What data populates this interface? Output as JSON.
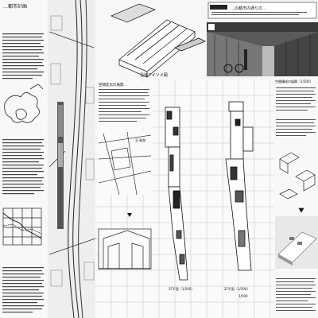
{
  "header": {
    "title": "…都市計画",
    "box_text": "…の都市内通りの…"
  },
  "labels": {
    "drawing_name": "沿道アイソメ図",
    "section_1": "空間変化の展開…",
    "section_2": "空間構成の展開（1/200）"
  },
  "captions": {
    "plan_left": "1F平面（1/200）",
    "plan_right": "2F平面（1/200）",
    "map_note": "至 駅前",
    "bottom_note": "1/500"
  },
  "photos": {
    "street_alt": "street scene",
    "model_alt": "model photo"
  }
}
